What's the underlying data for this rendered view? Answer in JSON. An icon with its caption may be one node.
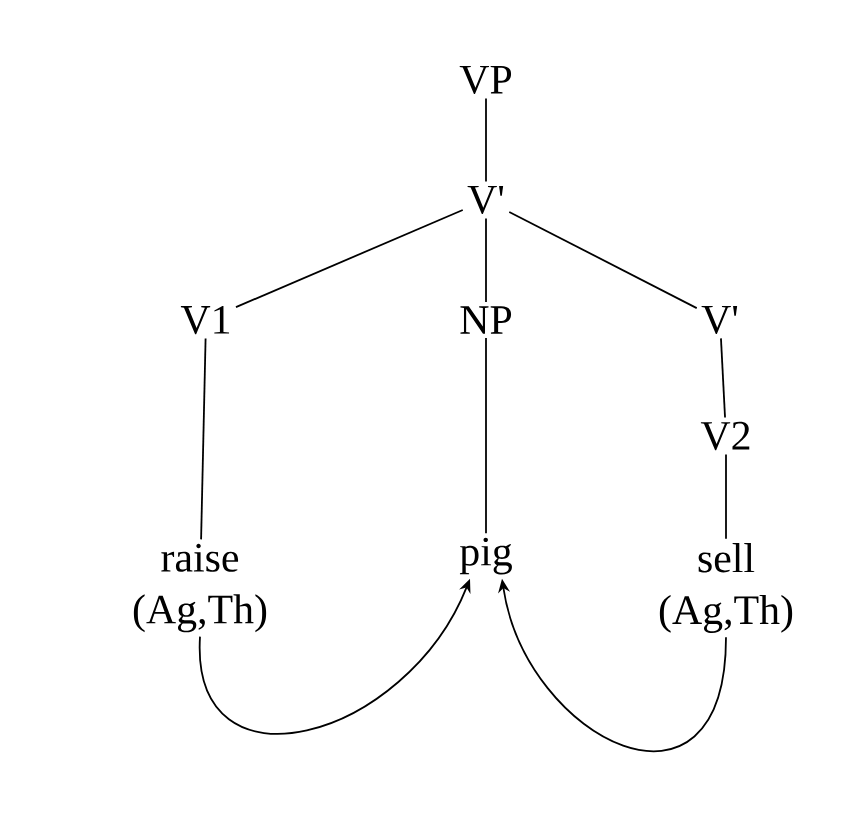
{
  "diagram": {
    "nodes": [
      {
        "text": [
          "VP"
        ]
      },
      {
        "text": [
          "V'"
        ]
      },
      {
        "text": [
          "V1"
        ]
      },
      {
        "text": [
          "NP"
        ]
      },
      {
        "text": [
          "V'"
        ]
      },
      {
        "text": [
          "V2"
        ]
      },
      {
        "text": [
          "raise",
          "(Ag,Th)"
        ]
      },
      {
        "text": [
          "pig"
        ]
      },
      {
        "text": [
          "sell",
          "(Ag,Th)"
        ]
      }
    ],
    "edges": [
      {
        "from": 0,
        "to": 1,
        "arrow": "none"
      },
      {
        "from": 1,
        "to": 2,
        "arrow": "none"
      },
      {
        "from": 1,
        "to": 3,
        "arrow": "none"
      },
      {
        "from": 1,
        "to": 4,
        "arrow": "none"
      },
      {
        "from": 2,
        "to": 6,
        "arrow": "none"
      },
      {
        "from": 3,
        "to": 7,
        "arrow": "none"
      },
      {
        "from": 4,
        "to": 5,
        "arrow": "none"
      },
      {
        "from": 5,
        "to": 8,
        "arrow": "none"
      },
      {
        "from": 6,
        "to": 7,
        "arrow": "to"
      },
      {
        "from": 8,
        "to": 7,
        "arrow": "to"
      }
    ]
  }
}
